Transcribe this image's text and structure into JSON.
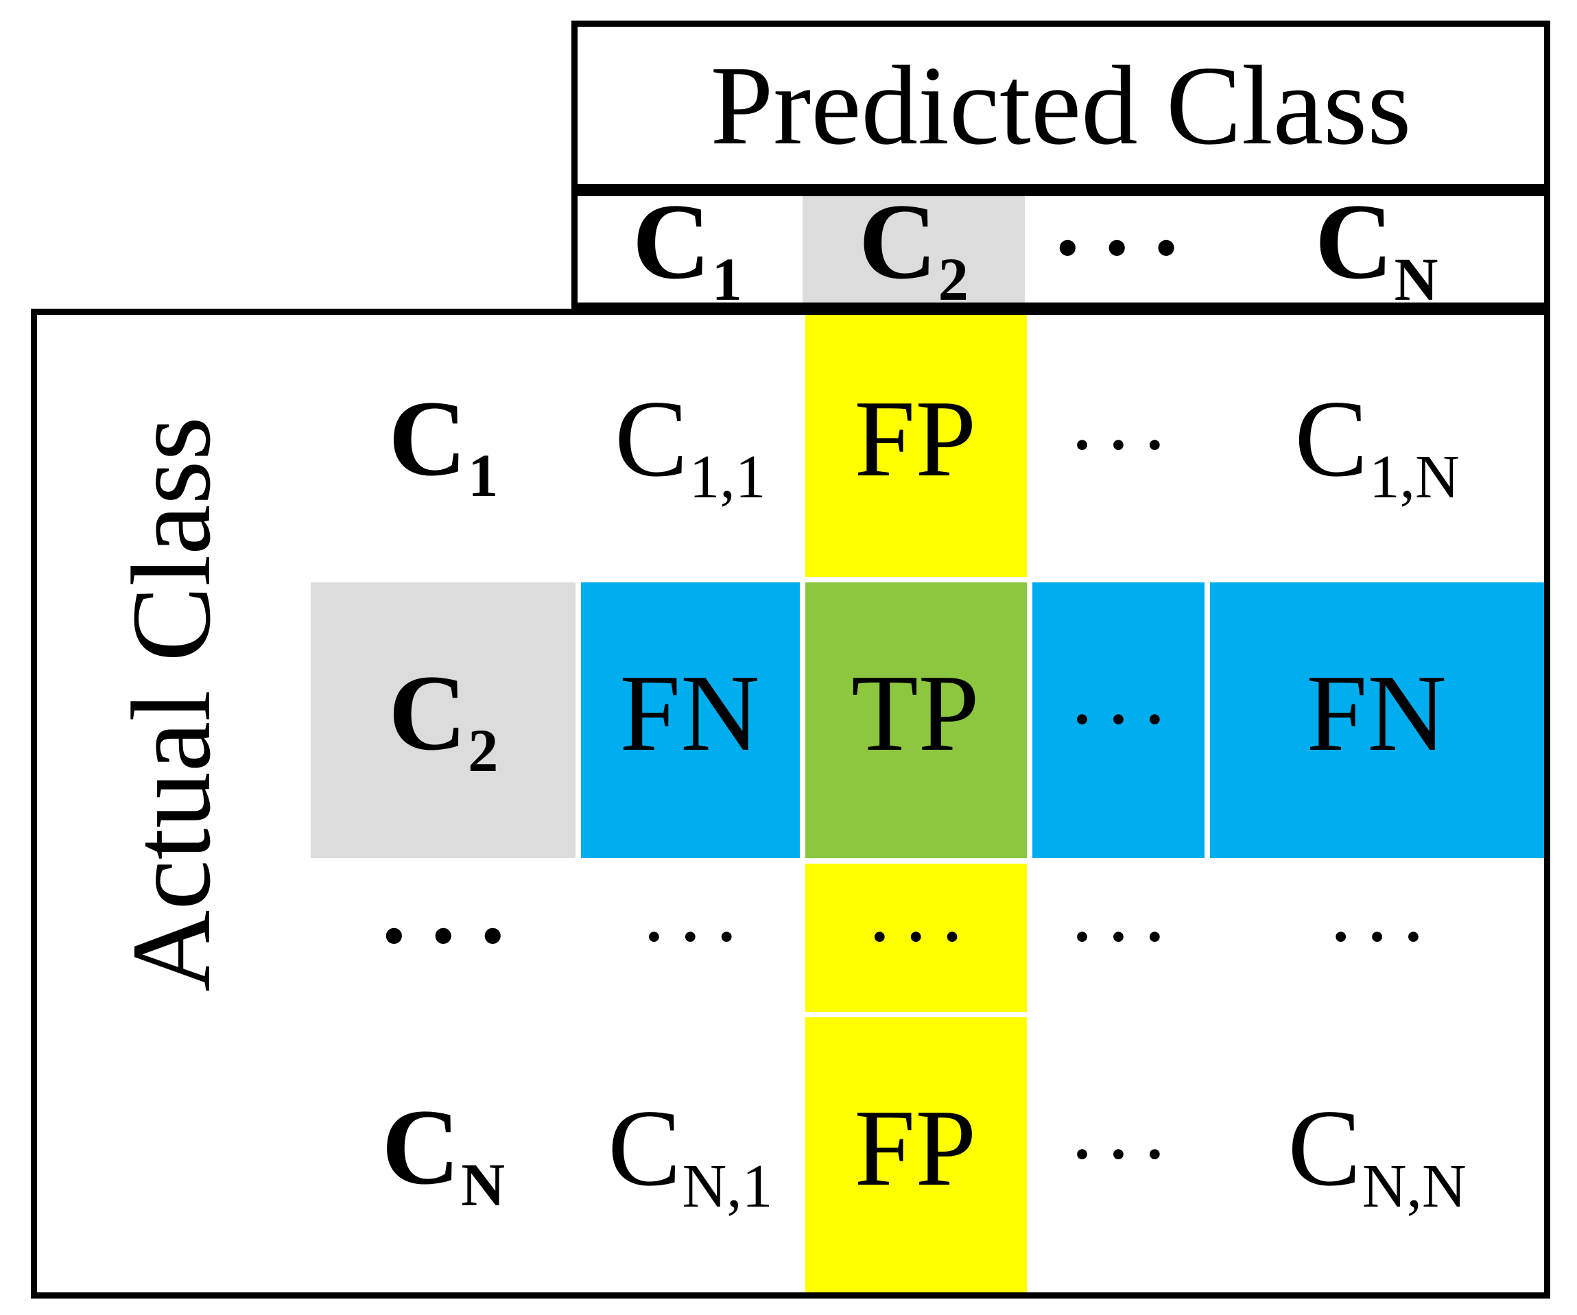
{
  "figure": {
    "predicted_axis_label": "Predicted Class",
    "actual_axis_label": "Actual Class"
  },
  "colors": {
    "grid_line": "#000000",
    "text": "#000000",
    "header_highlight_gray": "#DCDCDC",
    "false_positive_yellow": "#FFFF00",
    "true_positive_green": "#8DC63F",
    "false_negative_blue": "#00AEEF",
    "cell_white": "#FFFFFF",
    "page_background": "#FFFFFF"
  },
  "column_headers": [
    {
      "main": "C",
      "sub": "1",
      "bg": "#FFFFFF"
    },
    {
      "main": "C",
      "sub": "2",
      "bg": "#DCDCDC"
    },
    {
      "main": "•••",
      "sub": "",
      "bg": "#FFFFFF"
    },
    {
      "main": "C",
      "sub": "N",
      "bg": "#FFFFFF"
    }
  ],
  "rows": [
    {
      "header": {
        "main": "C",
        "sub": "1",
        "bg": "#FFFFFF"
      },
      "cells": [
        {
          "main": "C",
          "sub": "1,1",
          "bg": "#FFFFFF"
        },
        {
          "main": "FP",
          "sub": "",
          "bg": "#FFFF00"
        },
        {
          "main": "•••",
          "sub": "",
          "bg": "#FFFFFF"
        },
        {
          "main": "C",
          "sub": "1,N",
          "bg": "#FFFFFF"
        }
      ]
    },
    {
      "header": {
        "main": "C",
        "sub": "2",
        "bg": "#DCDCDC"
      },
      "cells": [
        {
          "main": "FN",
          "sub": "",
          "bg": "#00AEEF"
        },
        {
          "main": "TP",
          "sub": "",
          "bg": "#8DC63F"
        },
        {
          "main": "•••",
          "sub": "",
          "bg": "#00AEEF"
        },
        {
          "main": "FN",
          "sub": "",
          "bg": "#00AEEF"
        }
      ]
    },
    {
      "header": {
        "main": "•••",
        "sub": "",
        "bg": "#FFFFFF"
      },
      "cells": [
        {
          "main": "•••",
          "sub": "",
          "bg": "#FFFFFF"
        },
        {
          "main": "•••",
          "sub": "",
          "bg": "#FFFF00"
        },
        {
          "main": "•••",
          "sub": "",
          "bg": "#FFFFFF"
        },
        {
          "main": "•••",
          "sub": "",
          "bg": "#FFFFFF"
        }
      ]
    },
    {
      "header": {
        "main": "C",
        "sub": "N",
        "bg": "#FFFFFF"
      },
      "cells": [
        {
          "main": "C",
          "sub": "N,1",
          "bg": "#FFFFFF"
        },
        {
          "main": "FP",
          "sub": "",
          "bg": "#FFFF00"
        },
        {
          "main": "•••",
          "sub": "",
          "bg": "#FFFFFF"
        },
        {
          "main": "C",
          "sub": "N,N",
          "bg": "#FFFFFF"
        }
      ]
    }
  ]
}
